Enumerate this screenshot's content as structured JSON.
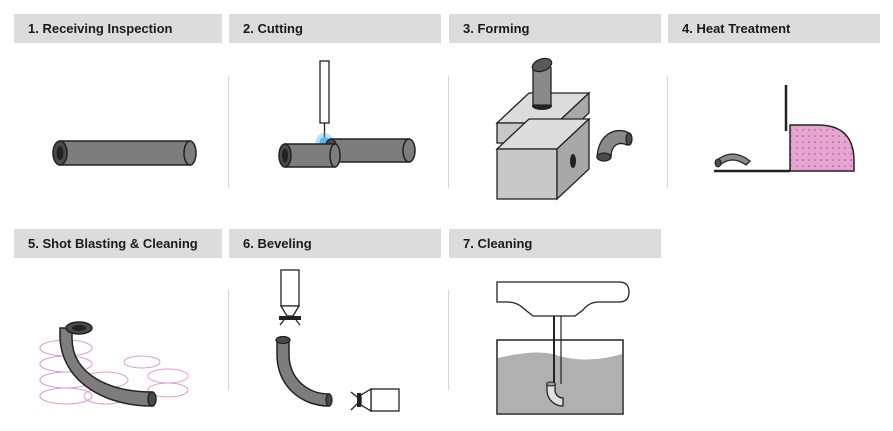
{
  "steps": [
    {
      "label": "1. Receiving Inspection"
    },
    {
      "label": "2. Cutting"
    },
    {
      "label": "3. Forming"
    },
    {
      "label": "4. Heat Treatment"
    },
    {
      "label": "5. Shot Blasting & Cleaning"
    },
    {
      "label": "6. Beveling"
    },
    {
      "label": "7. Cleaning"
    }
  ],
  "colors": {
    "header_bg": "#dcdcdc",
    "pipe": "#7d7d7d",
    "pipe_dark": "#3a3a3a",
    "die": "#c8c8c8",
    "furnace": "#e6a4d0",
    "spark": "#3aa8f0",
    "blast_rings": "#e59ad0",
    "fluid": "#b0b0b0"
  }
}
